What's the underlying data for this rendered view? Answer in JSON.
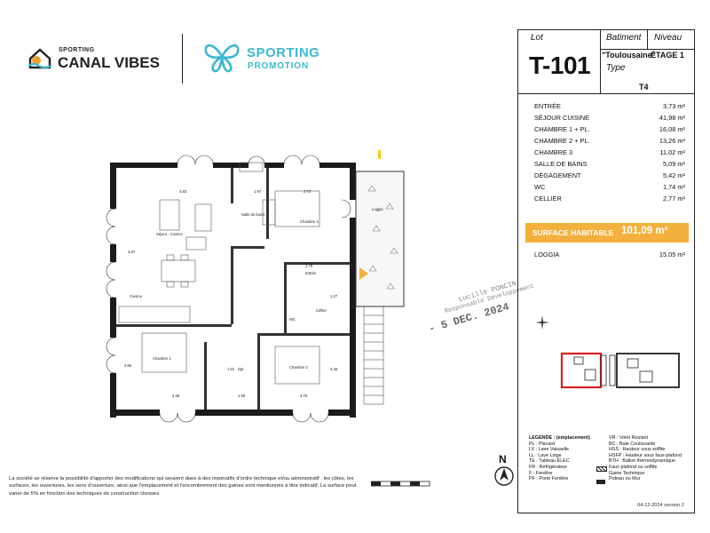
{
  "brand": {
    "canal_small": "SPORTING",
    "canal_big": "CANAL VIBES",
    "promo_top": "SPORTING",
    "promo_bottom": "PROMOTION"
  },
  "header": {
    "lot_label": "Lot",
    "lot_value": "T-101",
    "batiment_label": "Batiment",
    "batiment_value": "\"Toulousaine\"",
    "niveau_label": "Niveau",
    "niveau_value": "ÉTAGE 1",
    "type_label": "Type",
    "type_value": "T4"
  },
  "rooms": [
    {
      "name": "ENTRÉE",
      "area": "3,73 m²"
    },
    {
      "name": "SÉJOUR CUISINE",
      "area": "41,98 m²"
    },
    {
      "name": "CHAMBRE 1 + PL.",
      "area": "16,08 m²"
    },
    {
      "name": "CHAMBRE 2 + PL.",
      "area": "13,26 m²"
    },
    {
      "name": "CHAMBRE 3",
      "area": "11,02 m²"
    },
    {
      "name": "SALLE DE BAINS",
      "area": "5,09 m²"
    },
    {
      "name": "DÉGAGEMENT",
      "area": "5,42 m²"
    },
    {
      "name": "WC",
      "area": "1,74 m²"
    },
    {
      "name": "CELLIER",
      "area": "2,77 m²"
    }
  ],
  "surface": {
    "label": "SURFACE HABITABLE",
    "value": "101,09 m²"
  },
  "loggia": {
    "label": "LOGGIA",
    "value": "15,05 m²"
  },
  "stamp": {
    "name": "Lucille PONCIN",
    "role": "Responsable Développement",
    "date": "- 5 DEC. 2024"
  },
  "plan_labels": {
    "dims_top": [
      "4.83",
      "1.97",
      "2.72"
    ],
    "dims_bottom": [
      "4.38",
      "1.56",
      "3.75"
    ],
    "dim_left": "3.87",
    "dim_mid": "2.78",
    "dim_left2": "3.65",
    "dim_chambre2": "3.46",
    "dim_entree": "1.07",
    "dim_deg": "1.01",
    "sejour": "Séjour - Cuisine",
    "cuisine": "Cuisine",
    "chambre1": "Chambre 1",
    "chambre2": "Chambre 2",
    "chambre3": "Chambre 3",
    "sdb": "Salle de bains",
    "loggia": "Loggia",
    "entree": "Entrée",
    "degagement": "Dgt",
    "wc": "WC",
    "cellier": "Cellier"
  },
  "compass": {
    "north": "N"
  },
  "legend_left": {
    "title": "LEGENDE : (emplacement)",
    "items": [
      "PL : Placard",
      "LV : Lave Vaisselle",
      "LL : Lave Linge",
      "TE : Tableau ÉLEC",
      "FR : Réfrigérateur",
      "F : Fenêtre",
      "PF : Porte Fenêtre"
    ]
  },
  "legend_right": {
    "items": [
      "VR : Volet Roulant",
      "BC : Baie Coulissante",
      "HSS : Hauteur sous soffite",
      "HSFP : Hauteur sous faux-plafond",
      "BTH : Ballon thermodynamique",
      "Faux plafond ou soffite",
      "Gaine Technique",
      "Poteau ou Mur"
    ]
  },
  "disclaimer": "La société se réserve la possibilité d'apporter des modifications qui seraient dues à des impératifs d'ordre technique et/ou administratif : les côtes, les surfaces, les ouvertures, les sens d'ouverture, ainsi que l'emplacement et l'encombrement des gaines sont mentionnés à titre indicatif. La surface peut varier de 5% en fonction des techniques de construction choisies.",
  "footer": {
    "version": "04-12-2024   version 2"
  },
  "colors": {
    "accent_orange": "#f4b03c",
    "brand_teal": "#3cb8cf",
    "brand_orange": "#f0a030",
    "wall": "#1b1b1b",
    "highlight_red": "#d42020"
  }
}
